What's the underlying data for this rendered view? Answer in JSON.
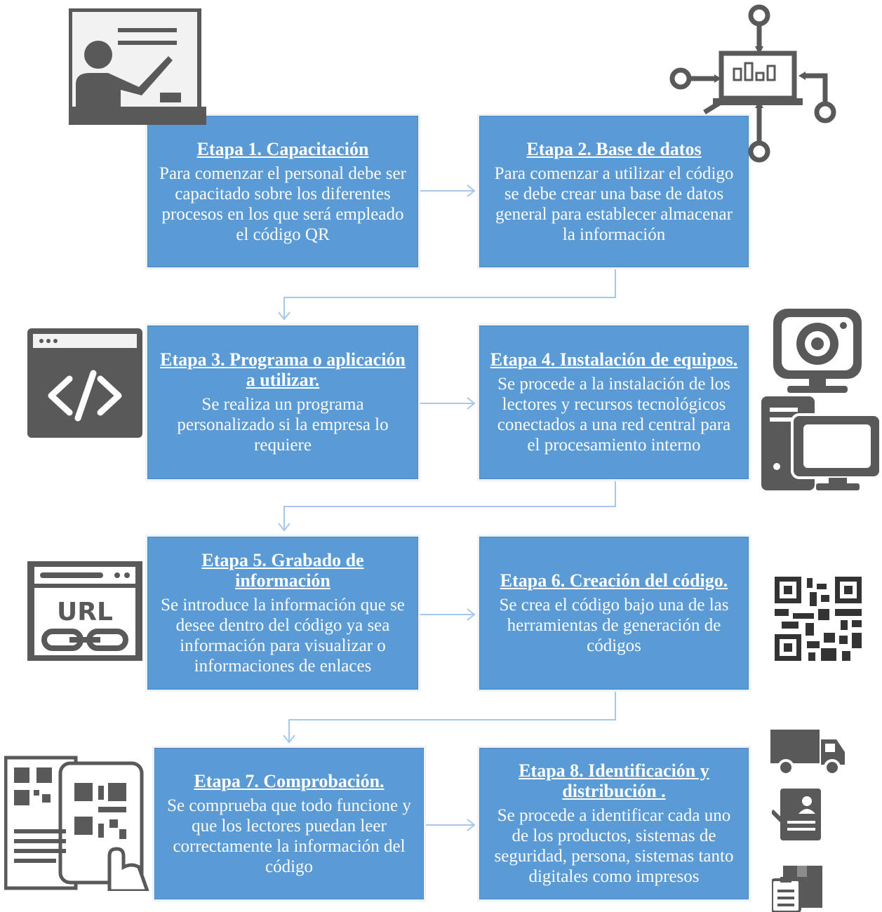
{
  "stages": [
    {
      "title": "Etapa 1. Capacitación",
      "text": "Para comenzar el personal debe ser capacitado sobre los diferentes procesos en los que será empleado el  código QR"
    },
    {
      "title": "Etapa 2. Base de datos",
      "text": "Para comenzar a utilizar el código se debe crear una base de datos general para establecer almacenar la información"
    },
    {
      "title": "Etapa 3. Programa o aplicación a utilizar.",
      "text": "Se realiza un programa personalizado si la empresa lo requiere"
    },
    {
      "title": "Etapa 4. Instalación de equipos.",
      "text": "Se procede a la instalación de los lectores y recursos tecnológicos conectados a una red central para el procesamiento interno"
    },
    {
      "title": "Etapa 5. Grabado de información",
      "text": "Se introduce la información que se desee dentro del código ya sea información para visualizar  o informaciones de enlaces"
    },
    {
      "title": "Etapa 6. Creación del código.",
      "text": "Se crea el código bajo una de las herramientas de generación de códigos"
    },
    {
      "title": "Etapa 7. Comprobación.",
      "text": "Se comprueba que todo funcione y que los lectores puedan leer correctamente la información del código"
    },
    {
      "title": "Etapa 8. Identificación y distribución .",
      "text": "Se procede a identificar cada uno de los productos, sistemas de seguridad, persona, sistemas tanto digitales como impresos"
    }
  ],
  "icons": {
    "teacher": "teacher-icon",
    "network": "network-laptop-icon",
    "code": "code-window-icon",
    "webcam": "webcam-icon",
    "computer": "desktop-computer-icon",
    "url": "url-link-icon",
    "qr": "qr-code-icon",
    "phone": "phone-scan-icon",
    "truck": "truck-icon",
    "id": "id-card-icon",
    "box": "box-checklist-icon"
  },
  "colors": {
    "box": "#5b9bd5",
    "arrow": "#a6c8ea",
    "icon": "#595959"
  }
}
